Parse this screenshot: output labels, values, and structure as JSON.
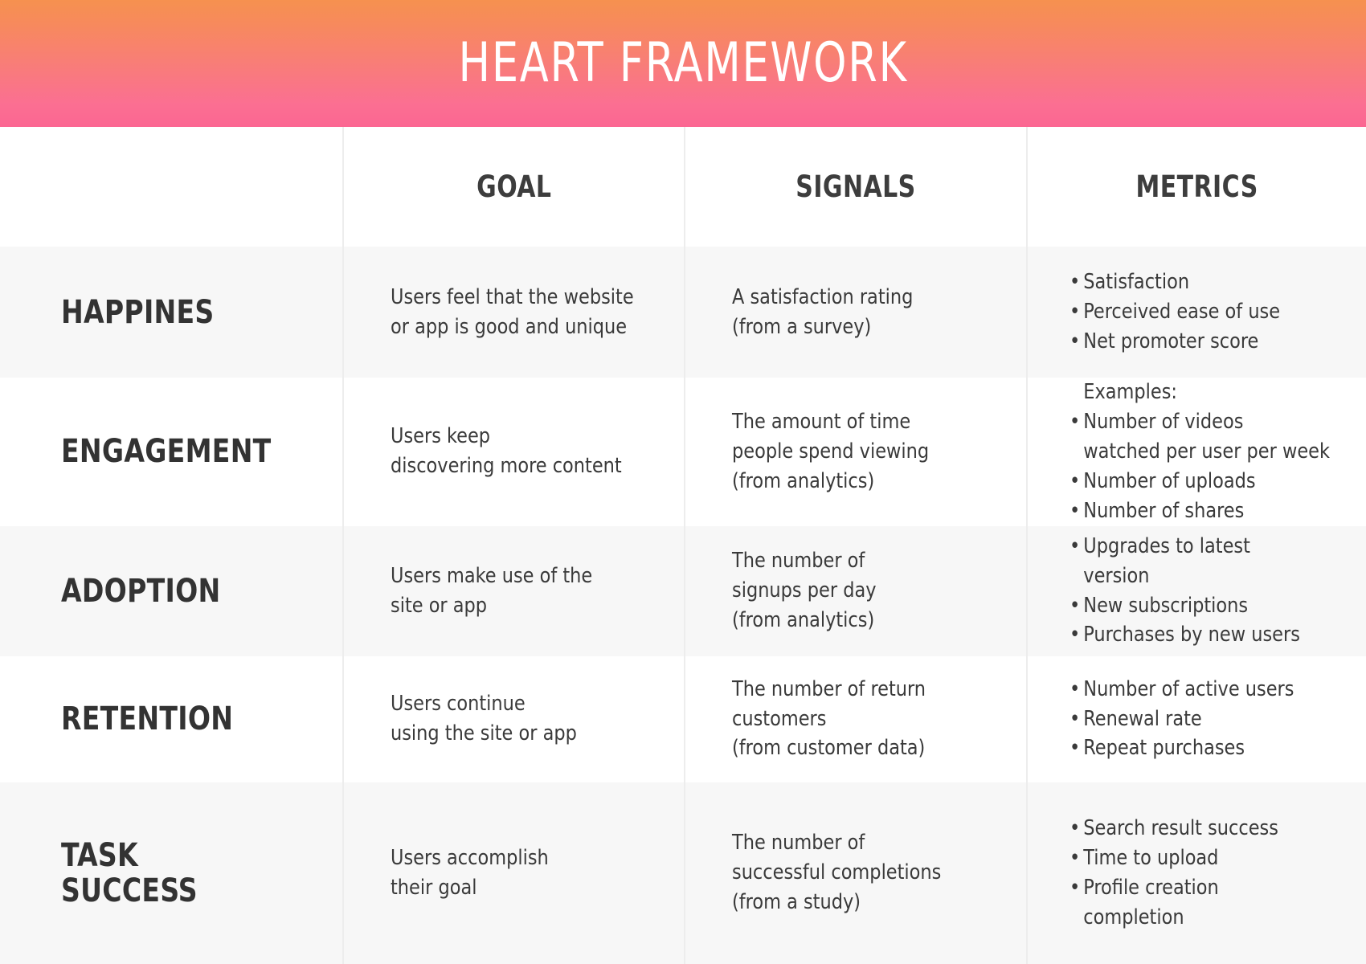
{
  "header": {
    "title": "HEART FRAMEWORK",
    "gradient_from": "#f6914f",
    "gradient_to": "#fb6692"
  },
  "table": {
    "columns": {
      "dimension": "",
      "goal": "GOAL",
      "signals": "SIGNALS",
      "metrics": "METRICS"
    },
    "row_shade_color": "#f7f7f7",
    "divider_color": "#ededed",
    "rows": [
      {
        "dimension": "HAPPINES",
        "goal": "Users feel that the website\nor app is good and unique",
        "signals": "A satisfaction rating\n(from a survey)",
        "metrics": [
          {
            "text": "Satisfaction",
            "bullet": true
          },
          {
            "text": "Perceived ease of use",
            "bullet": true
          },
          {
            "text": "Net promoter score",
            "bullet": true
          }
        ]
      },
      {
        "dimension": "ENGAGEMENT",
        "goal": "Users keep\ndiscovering more content",
        "signals": "The amount of time\npeople spend viewing\n(from analytics)",
        "metrics": [
          {
            "text": "Examples:",
            "bullet": false
          },
          {
            "text": "Number of videos\nwatched per user per week",
            "bullet": true
          },
          {
            "text": "Number of uploads",
            "bullet": true
          },
          {
            "text": "Number of shares",
            "bullet": true
          }
        ]
      },
      {
        "dimension": "ADOPTION",
        "goal": "Users make use of the\nsite or app",
        "signals": "The number of\nsignups per day\n(from analytics)",
        "metrics": [
          {
            "text": "Upgrades to latest\nversion",
            "bullet": true
          },
          {
            "text": "New subscriptions",
            "bullet": true
          },
          {
            "text": "Purchases by new users",
            "bullet": true
          }
        ]
      },
      {
        "dimension": "RETENTION",
        "goal": "Users continue\nusing the site or app",
        "signals": "The number of return\ncustomers\n(from customer data)",
        "metrics": [
          {
            "text": "Number of active users",
            "bullet": true
          },
          {
            "text": "Renewal rate",
            "bullet": true
          },
          {
            "text": "Repeat purchases",
            "bullet": true
          }
        ]
      },
      {
        "dimension": "TASK\nSUCCESS",
        "goal": "Users accomplish\ntheir goal",
        "signals": "The number of\nsuccessful completions\n(from a study)",
        "metrics": [
          {
            "text": "Search result success",
            "bullet": true
          },
          {
            "text": "Time to upload",
            "bullet": true
          },
          {
            "text": "Profile creation\ncompletion",
            "bullet": true
          }
        ]
      }
    ]
  }
}
